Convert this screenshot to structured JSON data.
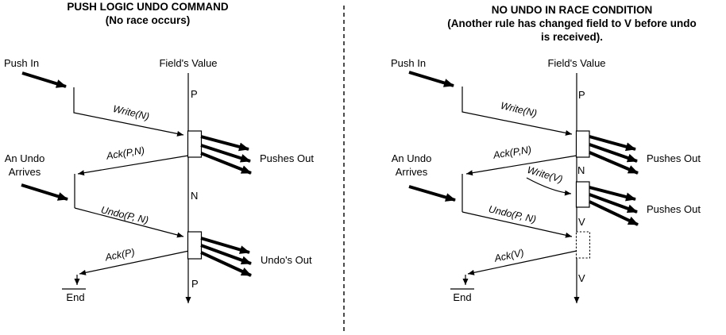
{
  "panels": [
    {
      "title": "PUSH LOGIC UNDO COMMAND",
      "subtitle": [
        "(No race occurs)"
      ],
      "actor_left": "Push In",
      "lifeline": "Field's Value",
      "undo_actor": [
        "An Undo",
        "Arrives"
      ],
      "messages": {
        "write": "Write(N)",
        "ack_write": "Ack(P,N)",
        "undo": "Undo(P, N)",
        "ack_undo": "Ack(P)"
      },
      "values": [
        "P",
        "N",
        "P"
      ],
      "out_top": "Pushes Out",
      "out_bottom": "Undo's Out",
      "end": "End"
    },
    {
      "title": "NO UNDO IN RACE CONDITION",
      "subtitle": [
        "(Another rule has changed field to V before undo",
        "is received)."
      ],
      "actor_left": "Push In",
      "lifeline": "Field's Value",
      "undo_actor": [
        "An Undo",
        "Arrives"
      ],
      "messages": {
        "write": "Write(N)",
        "ack_write": "Ack(P,N)",
        "race_write": "Write(V)",
        "undo": "Undo(P, N)",
        "ack_undo": "Ack(V)"
      },
      "values": [
        "P",
        "N",
        "V",
        "V"
      ],
      "out_top": "Pushes Out",
      "out_bottom": "Pushes Out",
      "end": "End"
    }
  ],
  "colors": {
    "ink": "#000000",
    "background": "#ffffff"
  }
}
